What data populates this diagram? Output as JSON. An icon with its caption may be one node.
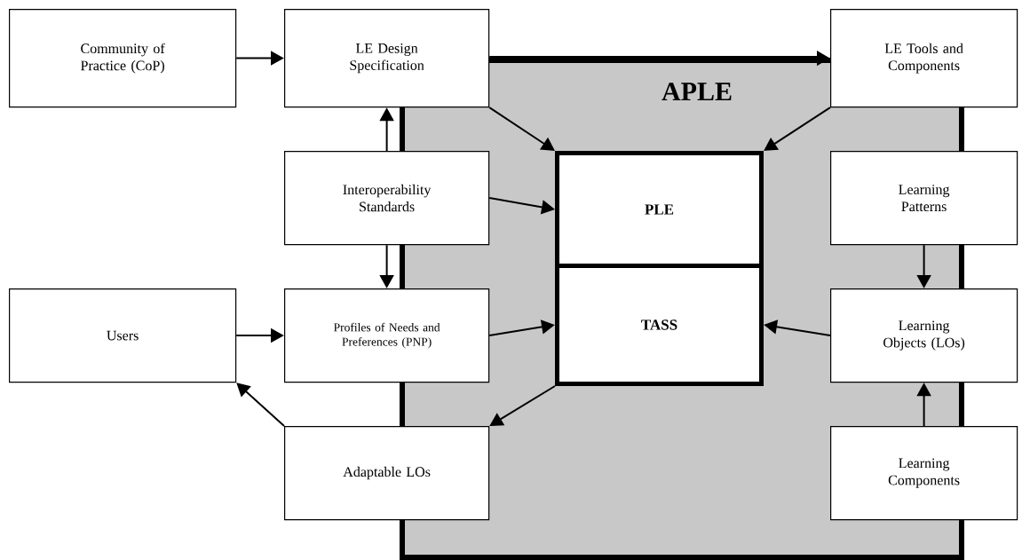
{
  "diagram": {
    "nodes": [
      {
        "text": [
          "APLE"
        ]
      },
      {
        "text": [
          "Community of Practice (CoP)"
        ]
      },
      {
        "text": [
          "LE Design Specification"
        ]
      },
      {
        "text": [
          "LE Tools and Components"
        ]
      },
      {
        "text": [
          "PLE"
        ],
        "in": 0
      },
      {
        "text": [
          "TASS"
        ],
        "in": 0
      },
      {
        "text": [
          "Interoperability Standards"
        ]
      },
      {
        "text": [
          "Learning Patterns"
        ]
      },
      {
        "text": [
          "Users"
        ]
      },
      {
        "text": [
          "Profiles of Needs and Preferences (PNP)"
        ]
      },
      {
        "text": [
          "Learning Objects (LOs)"
        ]
      },
      {
        "text": [
          "Adaptable LOs"
        ]
      },
      {
        "text": [
          "Learning Components"
        ]
      }
    ],
    "edges": [
      {
        "from": 1,
        "to": 2,
        "arrow": "to"
      },
      {
        "from": 2,
        "to": 3,
        "arrow": "to",
        "style": "thick"
      },
      {
        "from": 2,
        "to": 4,
        "arrow": "to"
      },
      {
        "from": 3,
        "to": 4,
        "arrow": "to"
      },
      {
        "from": 6,
        "to": 2,
        "arrow": "to"
      },
      {
        "from": 6,
        "to": 9,
        "arrow": "to"
      },
      {
        "from": 6,
        "to": 4,
        "arrow": "to"
      },
      {
        "from": 7,
        "to": 10,
        "arrow": "to"
      },
      {
        "from": 8,
        "to": 9,
        "arrow": "to"
      },
      {
        "from": 9,
        "to": 5,
        "arrow": "to"
      },
      {
        "from": 10,
        "to": 5,
        "arrow": "to"
      },
      {
        "from": 5,
        "to": 11,
        "arrow": "to"
      },
      {
        "from": 11,
        "to": 8,
        "arrow": "to"
      },
      {
        "from": 12,
        "to": 10,
        "arrow": "to"
      }
    ]
  }
}
